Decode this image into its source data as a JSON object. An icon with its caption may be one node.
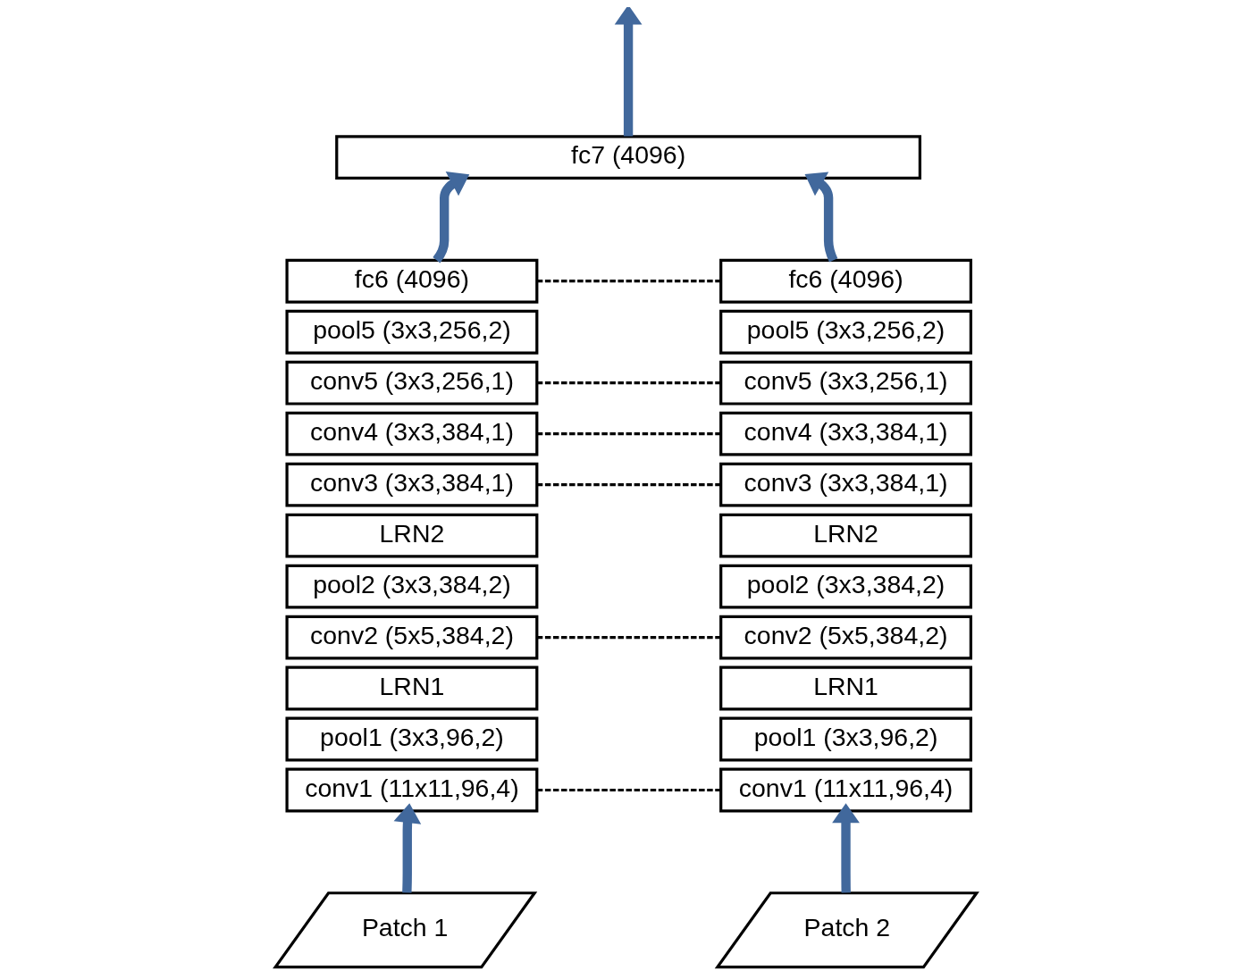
{
  "diagram": {
    "nodes": [
      {
        "text": [
          "fc7 (4096)"
        ]
      },
      {
        "text": [
          "fc6 (4096)"
        ]
      },
      {
        "text": [
          "pool5 (3x3,256,2)"
        ]
      },
      {
        "text": [
          "conv5 (3x3,256,1)"
        ]
      },
      {
        "text": [
          "conv4 (3x3,384,1)"
        ]
      },
      {
        "text": [
          "conv3 (3x3,384,1)"
        ]
      },
      {
        "text": [
          "LRN2"
        ]
      },
      {
        "text": [
          "pool2 (3x3,384,2)"
        ]
      },
      {
        "text": [
          "conv2 (5x5,384,2)"
        ]
      },
      {
        "text": [
          "LRN1"
        ]
      },
      {
        "text": [
          "pool1 (3x3,96,2)"
        ]
      },
      {
        "text": [
          "conv1 (11x11,96,4)"
        ]
      },
      {
        "text": [
          "fc6 (4096)"
        ]
      },
      {
        "text": [
          "pool5 (3x3,256,2)"
        ]
      },
      {
        "text": [
          "conv5 (3x3,256,1)"
        ]
      },
      {
        "text": [
          "conv4 (3x3,384,1)"
        ]
      },
      {
        "text": [
          "conv3 (3x3,384,1)"
        ]
      },
      {
        "text": [
          "LRN2"
        ]
      },
      {
        "text": [
          "pool2 (3x3,384,2)"
        ]
      },
      {
        "text": [
          "conv2 (5x5,384,2)"
        ]
      },
      {
        "text": [
          "LRN1"
        ]
      },
      {
        "text": [
          "pool1 (3x3,96,2)"
        ]
      },
      {
        "text": [
          "conv1 (11x11,96,4)"
        ]
      },
      {
        "text": [
          "Patch 1"
        ]
      },
      {
        "text": [
          "Patch 2"
        ]
      }
    ],
    "edges": [
      {
        "from": 0,
        "to": null,
        "arrow": "to",
        "style": "thick",
        "color": "#41689c"
      },
      {
        "from": 1,
        "to": 0,
        "arrow": "to",
        "style": "thick",
        "color": "#41689c"
      },
      {
        "from": 12,
        "to": 0,
        "arrow": "to",
        "style": "thick",
        "color": "#41689c"
      },
      {
        "from": 1,
        "to": 12,
        "arrow": "none",
        "style": "dashed"
      },
      {
        "from": 3,
        "to": 14,
        "arrow": "none",
        "style": "dashed"
      },
      {
        "from": 4,
        "to": 15,
        "arrow": "none",
        "style": "dashed"
      },
      {
        "from": 5,
        "to": 16,
        "arrow": "none",
        "style": "dashed"
      },
      {
        "from": 8,
        "to": 19,
        "arrow": "none",
        "style": "dashed"
      },
      {
        "from": 11,
        "to": 22,
        "arrow": "none",
        "style": "dashed"
      },
      {
        "from": 23,
        "to": 11,
        "arrow": "to",
        "style": "thick",
        "color": "#41689c"
      },
      {
        "from": 24,
        "to": 22,
        "arrow": "to",
        "style": "thick",
        "color": "#41689c"
      }
    ]
  }
}
